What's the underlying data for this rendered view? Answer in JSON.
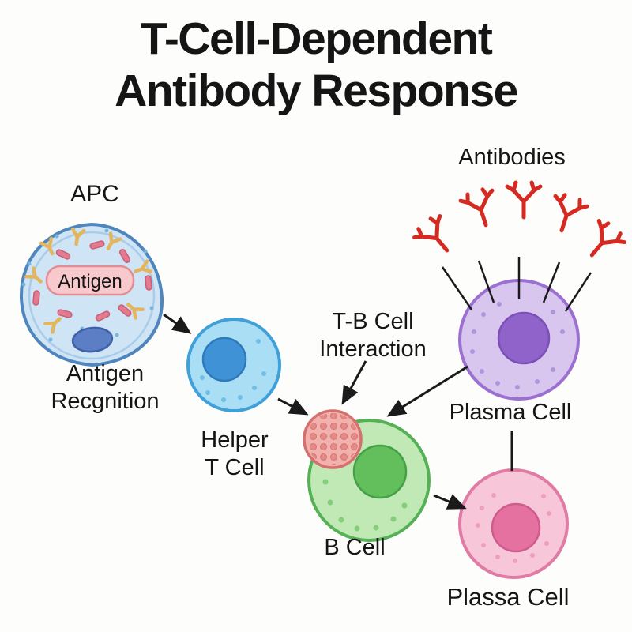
{
  "title": {
    "line1": "T-Cell-Dependent",
    "line2": "Antibody Response"
  },
  "labels": {
    "antibodies": "Antibodies",
    "apc": "APC",
    "antigen": "Antigen",
    "antigen_recognition_line1": "Antigen",
    "antigen_recognition_line2": "Recgnition",
    "helper_line1": "Helper",
    "helper_line2": "T Cell",
    "tb_line1": "T-B Cell",
    "tb_line2": "Interaction",
    "b_cell": "B Cell",
    "plasma_upper": "Plasma Cell",
    "plasma_lower": "Plassa Cell"
  },
  "colors": {
    "text": "#151515",
    "line_black": "#1a1a1a",
    "antibody_red": "#d42a22",
    "apc_fill": "#cfe4f4",
    "apc_stroke": "#4e86bd",
    "apc_inner": "#a9cce8",
    "apc_nucleus_fill": "#5b7ec5",
    "apc_nucleus_stroke": "#3e61a9",
    "antigen_box_fill": "#f8c9cc",
    "antigen_box_stroke": "#e28d94",
    "antigen_y_color": "#e3b55c",
    "antigen_rod_fill": "#e37a90",
    "antigen_rod_stroke": "#c75f76",
    "helper_fill": "#a9def4",
    "helper_stroke": "#3fa0da",
    "helper_nucleus_fill": "#3e92d5",
    "helper_nucleus_stroke": "#2e7abc",
    "interaction_fill": "#f3b1ad",
    "interaction_stroke": "#d4716e",
    "bcell_fill": "#c0e9b5",
    "bcell_stroke": "#56b156",
    "bcell_nucleus_fill": "#63bf5c",
    "bcell_nucleus_stroke": "#45a047",
    "plasma_upper_fill": "#d9c6ef",
    "plasma_upper_stroke": "#9b70d1",
    "plasma_upper_nucleus_fill": "#8f63c9",
    "plasma_upper_nucleus_stroke": "#7a50b6",
    "plasma_lower_fill": "#f7c7d9",
    "plasma_lower_stroke": "#df7ba4",
    "plasma_lower_nucleus_fill": "#e571a0",
    "plasma_lower_nucleus_stroke": "#cf5a8c",
    "dot_blue": "#79b6de",
    "dot_helper": "#6fbfe6",
    "dot_green": "#82ce79",
    "dot_purple": "#b294dd",
    "dot_pink": "#ee9fbe"
  }
}
